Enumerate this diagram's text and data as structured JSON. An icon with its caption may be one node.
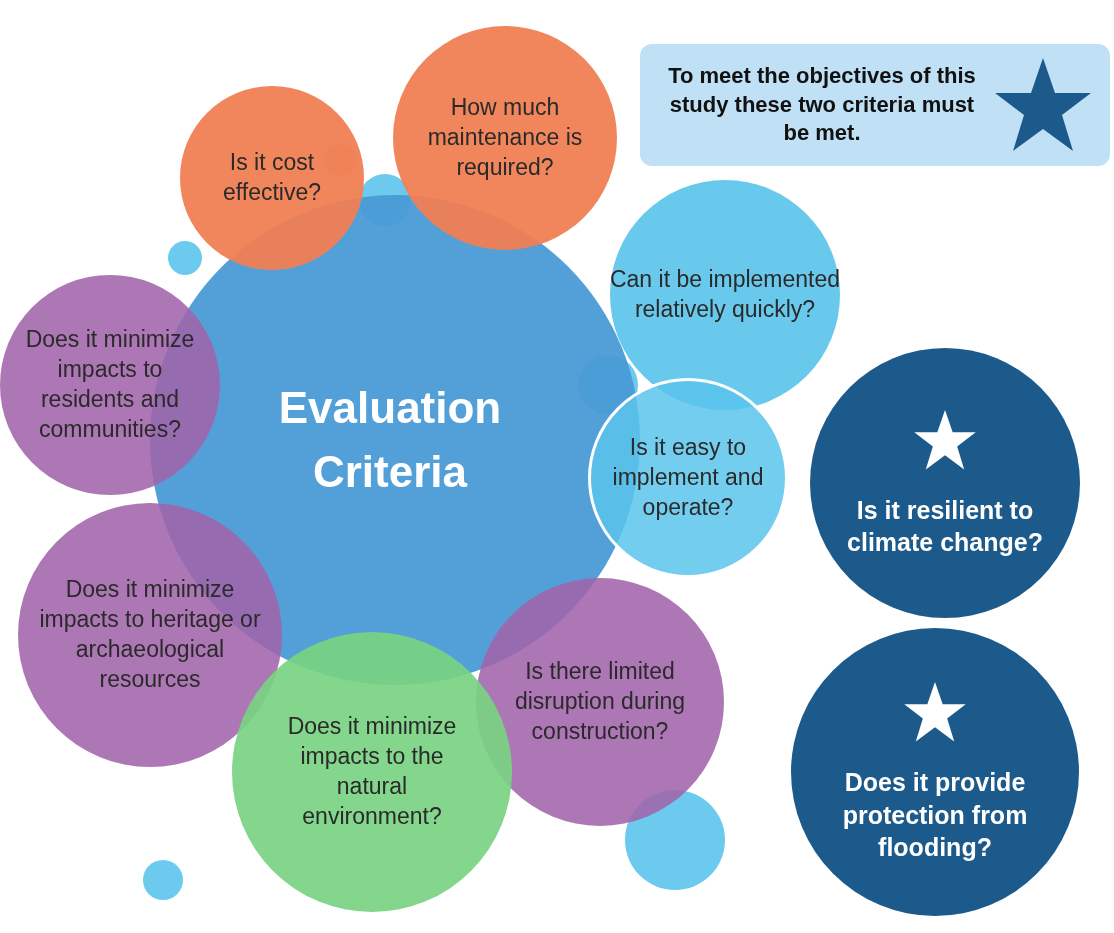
{
  "diagram": {
    "nodes": [
      {
        "text": [
          "Is it cost effective?"
        ]
      },
      {
        "text": [
          "How much maintenance is required?"
        ]
      },
      {
        "text": [
          "To meet the objectives of this study these two criteria must be met."
        ]
      },
      {
        "text": [
          "Can it be implemented relatively quickly?"
        ]
      },
      {
        "text": [
          "Does it minimize impacts to residents and communities?"
        ]
      },
      {
        "text": [
          "Evaluation Criteria"
        ]
      },
      {
        "text": [
          "Is it easy to implement and operate?"
        ]
      },
      {
        "text": [
          "Is it resilient to climate change?"
        ]
      },
      {
        "text": [
          "Does it minimize impacts to heritage or archaeological resources"
        ]
      },
      {
        "text": [
          "Is there limited disruption during construction?"
        ]
      },
      {
        "text": [
          "Does it minimize impacts to the natural environment?"
        ]
      },
      {
        "text": [
          "Does it provide protection from flooding?"
        ]
      }
    ],
    "edges": []
  }
}
